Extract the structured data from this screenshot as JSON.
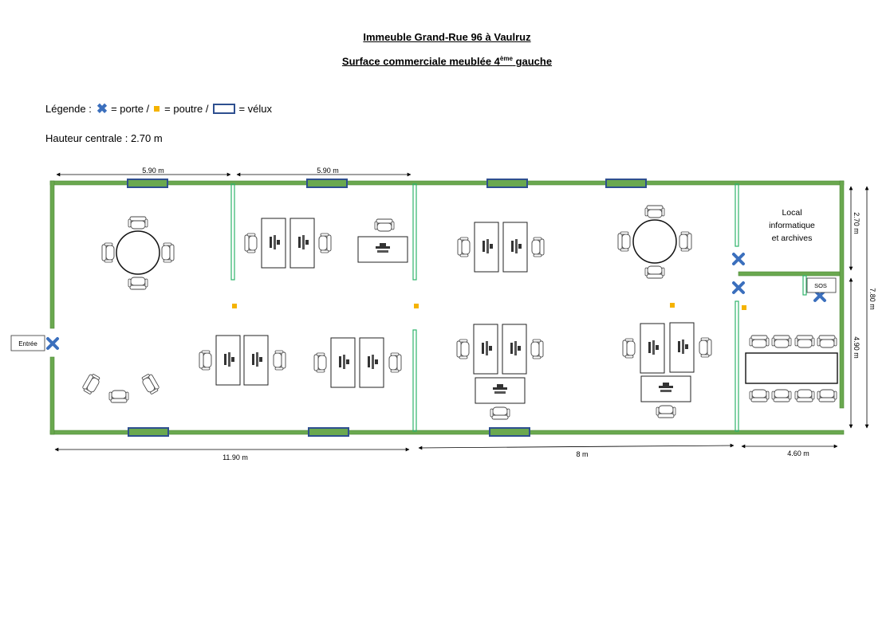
{
  "title": "Immeuble Grand-Rue 96 à Vaulruz",
  "subtitle": {
    "prefix": "Surface commerciale meublée 4",
    "sup": "ème",
    "suffix": "gauche"
  },
  "legend": {
    "label": "Légende :",
    "porte": "= porte /",
    "poutre": "= poutre /",
    "velux": "= vélux"
  },
  "height_note": "Hauteur centrale : 2.70 m",
  "dimensions": {
    "top_left": "5.90 m",
    "top_mid": "5.90 m",
    "bottom_left": "11.90 m",
    "bottom_mid": "8 m",
    "bottom_right": "4.60 m",
    "right_top": "2.70 m",
    "right_bottom": "4.90 m",
    "right_total": "7.80 m"
  },
  "labels": {
    "entree": "Entrée",
    "sos": "SOS",
    "local_line1": "Local",
    "local_line2": "informatique",
    "local_line3": "et archives"
  },
  "colors": {
    "wall": "#6aa84f",
    "partition": "#2fb36b",
    "door": "#3b6fbd",
    "beam": "#f5b300",
    "velux": "#2e4f8f"
  }
}
